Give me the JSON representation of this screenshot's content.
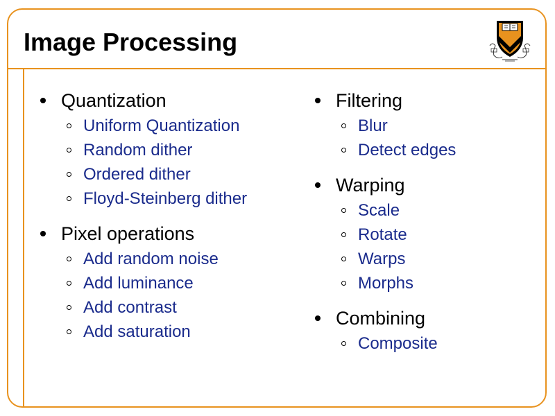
{
  "slide": {
    "title": "Image Processing",
    "accent_color": "#e8921e",
    "subitem_color": "#1a2b8c"
  },
  "logo": {
    "icon": "princeton-shield-icon"
  },
  "left_column": [
    {
      "heading": "Quantization",
      "items": [
        "Uniform Quantization",
        "Random dither",
        "Ordered dither",
        "Floyd-Steinberg dither"
      ]
    },
    {
      "heading": "Pixel operations",
      "items": [
        "Add random noise",
        "Add luminance",
        "Add contrast",
        "Add saturation"
      ]
    }
  ],
  "right_column": [
    {
      "heading": "Filtering",
      "items": [
        "Blur",
        "Detect edges"
      ]
    },
    {
      "heading": "Warping",
      "items": [
        "Scale",
        "Rotate",
        "Warps",
        "Morphs"
      ]
    },
    {
      "heading": "Combining",
      "items": [
        "Composite"
      ]
    }
  ]
}
